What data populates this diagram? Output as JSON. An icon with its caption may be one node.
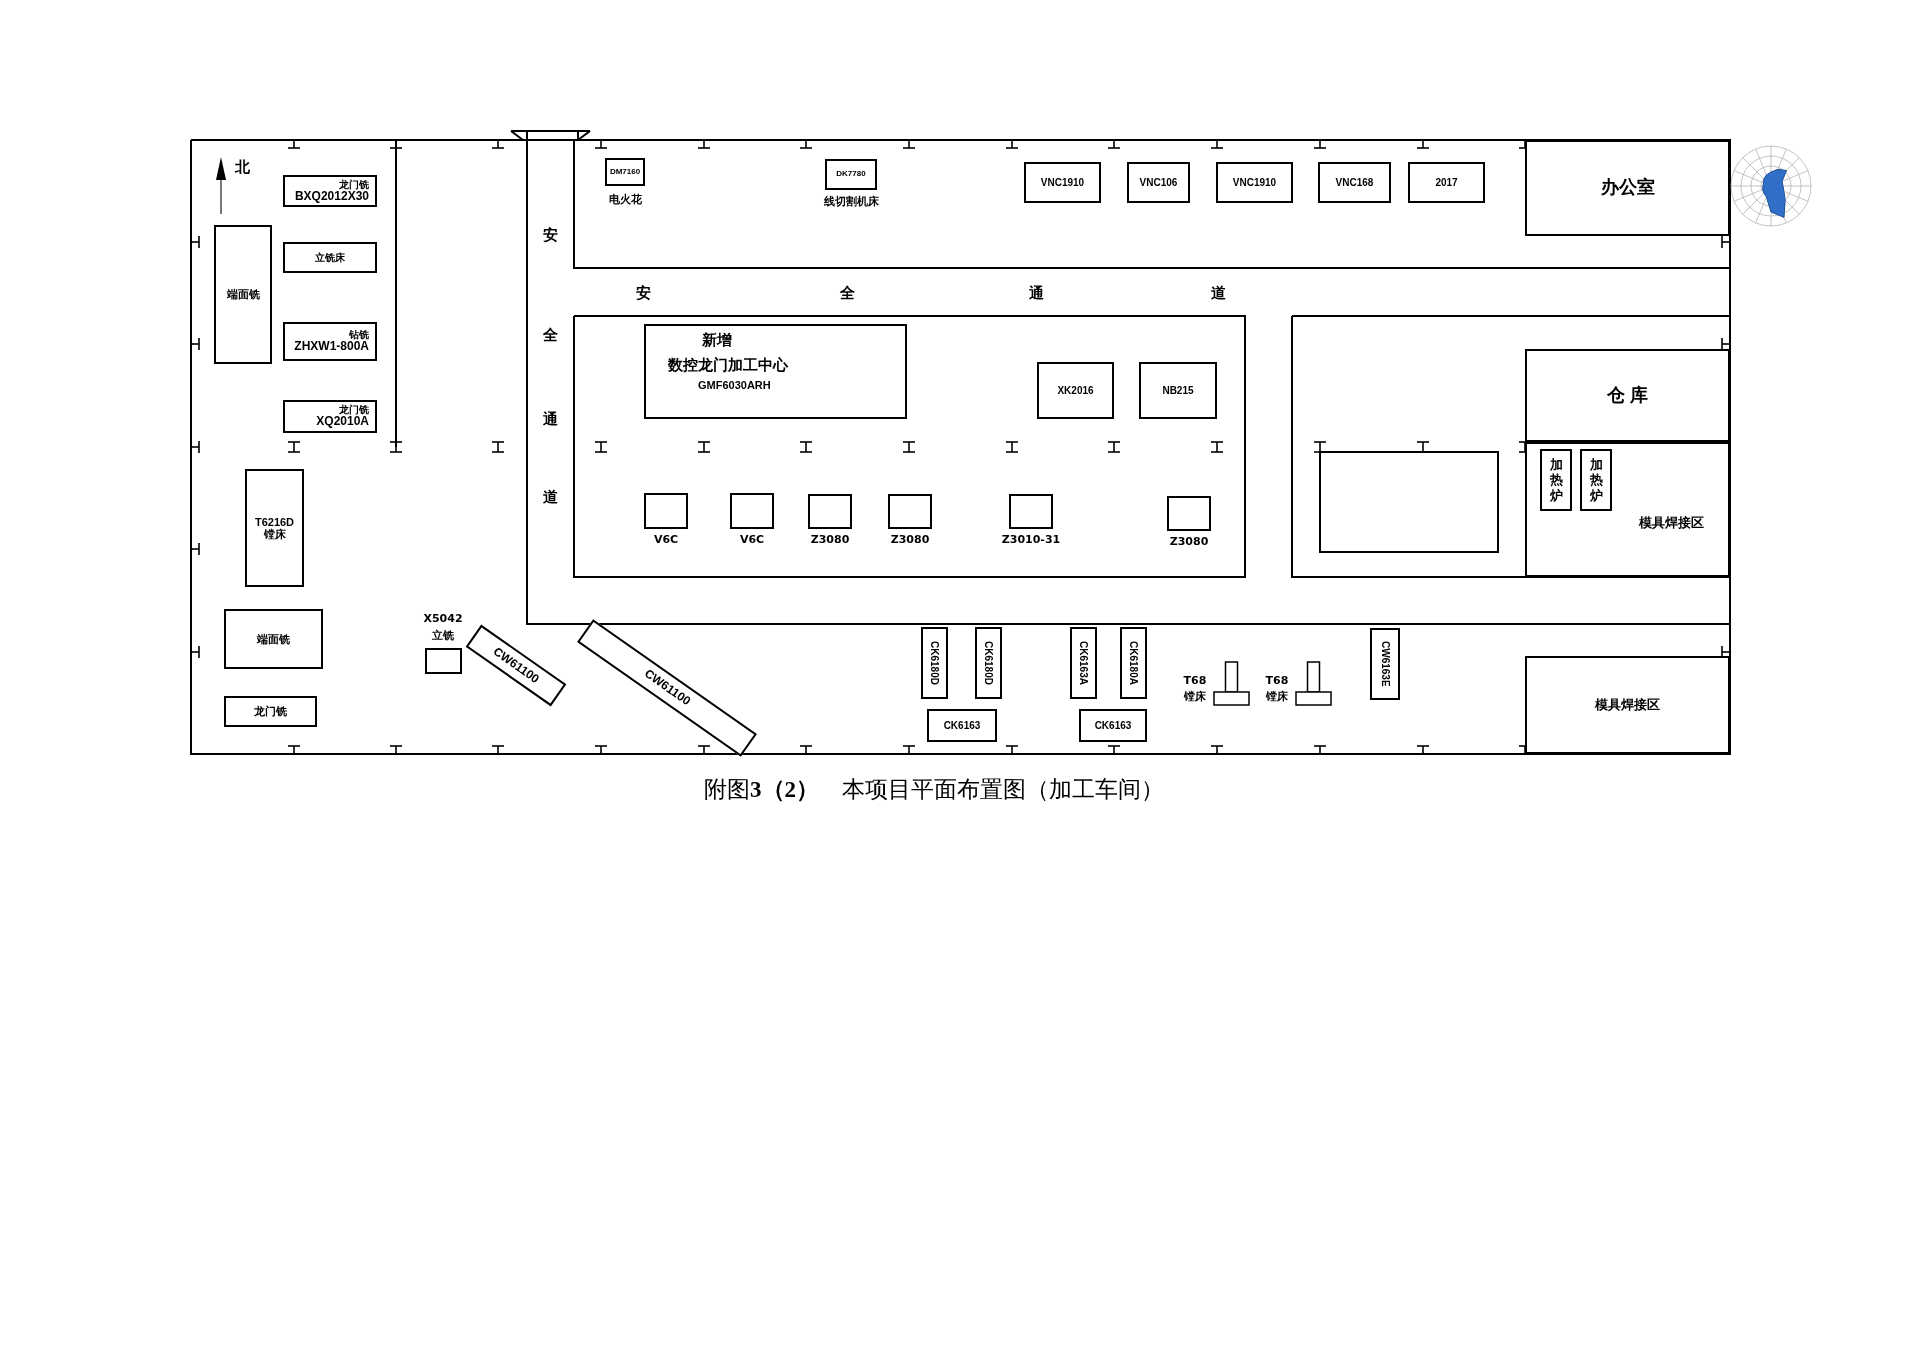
{
  "diagram": {
    "caption": "附图**3（2）**　本项目平面布置图（加工车间）",
    "nodes": [
      {
        "text": [
          "龙门铣",
          "BXQ2012X30"
        ]
      },
      {
        "text": [
          "端面铣"
        ]
      },
      {
        "text": [
          "立铣床"
        ]
      },
      {
        "text": [
          "钻铣",
          "ZHXW1-800A"
        ]
      },
      {
        "text": [
          "龙门铣",
          "XQ2010A"
        ]
      },
      {
        "text": [
          "DM7160"
        ],
        "beside": [
          "电火花"
        ]
      },
      {
        "text": [
          "DK7780"
        ],
        "beside": [
          "线切割机床"
        ]
      },
      {
        "text": [
          "VNC1910"
        ]
      },
      {
        "text": [
          "VNC106"
        ]
      },
      {
        "text": [
          "VNC1910"
        ]
      },
      {
        "text": [
          "VNC168"
        ]
      },
      {
        "text": [
          "2017"
        ]
      },
      {
        "text": [
          "办公室"
        ]
      },
      {
        "text": [
          "新增",
          "数控龙门加工中心",
          "GMF6030ARH"
        ]
      },
      {
        "text": [
          "XK2016"
        ]
      },
      {
        "text": [
          "NB215"
        ]
      },
      {
        "text": [
          "仓 库"
        ]
      },
      {
        "text": [],
        "shape": "box",
        "beside": [
          "V6C"
        ]
      },
      {
        "text": [],
        "shape": "box",
        "beside": [
          "V6C"
        ]
      },
      {
        "text": [],
        "shape": "box",
        "beside": [
          "Z3080"
        ]
      },
      {
        "text": [],
        "shape": "box",
        "beside": [
          "Z3080"
        ]
      },
      {
        "text": [],
        "shape": "box",
        "beside": [
          "Z3010-31"
        ]
      },
      {
        "text": [],
        "shape": "box",
        "beside": [
          "Z3080"
        ]
      },
      {
        "text": [
          "T6216D",
          "镗床"
        ]
      },
      {
        "text": [],
        "shape": "box"
      },
      {
        "text": [
          "模具焊接区"
        ]
      },
      {
        "text": [
          "加热炉"
        ],
        "in": 25
      },
      {
        "text": [
          "加热炉"
        ],
        "in": 25
      },
      {
        "text": [
          "端面铣"
        ]
      },
      {
        "text": [],
        "shape": "box",
        "beside": [
          "X5042",
          "立铣"
        ]
      },
      {
        "text": [
          "CW61100"
        ]
      },
      {
        "text": [
          "CW61100"
        ]
      },
      {
        "text": [
          "CK6180D"
        ]
      },
      {
        "text": [
          "CK6180D"
        ]
      },
      {
        "text": [
          "CK6163A"
        ]
      },
      {
        "text": [
          "CK6180A"
        ]
      },
      {
        "text": [],
        "shape": "picture",
        "beside": [
          "T68",
          "镗床"
        ]
      },
      {
        "text": [],
        "shape": "picture",
        "beside": [
          "T68",
          "镗床"
        ]
      },
      {
        "text": [
          "CW6163E"
        ]
      },
      {
        "text": [
          "CK6163"
        ]
      },
      {
        "text": [
          "CK6163"
        ]
      },
      {
        "text": [
          "龙门铣"
        ]
      },
      {
        "text": [
          "模具焊接区"
        ]
      }
    ],
    "labels": [
      "北",
      "安",
      "全",
      "通",
      "道",
      "安",
      "全",
      "通",
      "道"
    ]
  }
}
